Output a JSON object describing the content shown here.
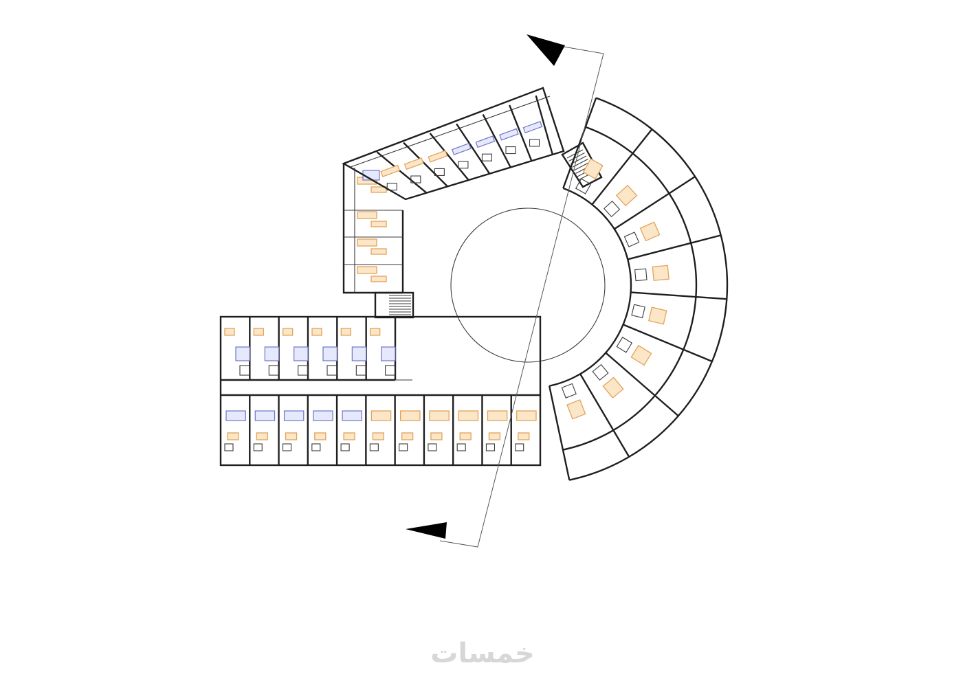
{
  "watermark": {
    "text": "خمسات"
  },
  "colors": {
    "walls": "#1f1f1f",
    "furniture_warm": "#e2a35a",
    "furniture_cool": "#6f74c7",
    "background": "#ffffff",
    "watermark": "#d7d7d7"
  },
  "icons": {
    "section_arrow": "black-triangle-arrow",
    "stair": "stair-treads"
  },
  "structure": {
    "arc_rooms": 8,
    "upper_wing_rooms": 7,
    "west_wing_rooms": 4,
    "lower_block_north_rooms": 6,
    "lower_block_south_rooms": 11
  }
}
